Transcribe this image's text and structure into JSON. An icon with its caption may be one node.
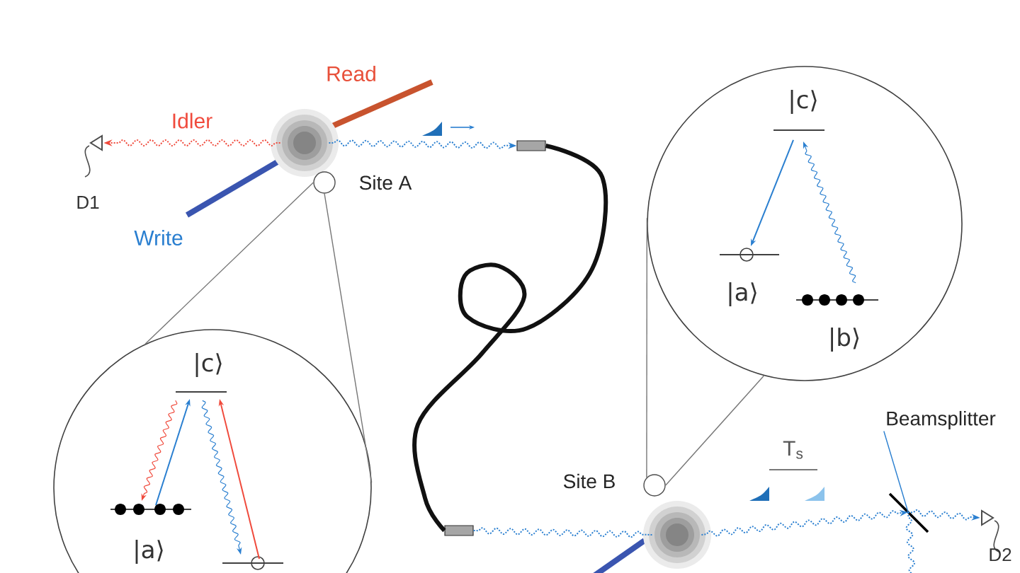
{
  "diagram": {
    "nodes": [
      {
        "text": [],
        "shape": "picture",
        "beside": [
          "D1"
        ]
      },
      {
        "text": [],
        "shape": "cloud"
      },
      {
        "text": [],
        "shape": "circle",
        "beside": [
          "Site A"
        ]
      },
      {
        "text": [],
        "shape": "box"
      },
      {
        "text": [],
        "shape": "box"
      },
      {
        "text": [],
        "shape": "circle",
        "beside": [
          "Site B"
        ]
      },
      {
        "text": [],
        "shape": "cloud"
      },
      {
        "text": [
          "Beamsplitter"
        ]
      },
      {
        "text": [],
        "shape": "bar"
      },
      {
        "text": [],
        "shape": "picture",
        "beside": [
          "D2"
        ]
      },
      {
        "text": [
          "|c⟩",
          "|a⟩"
        ]
      },
      {
        "text": [
          "|c⟩",
          "|a⟩",
          "|b⟩"
        ]
      }
    ],
    "edges": [
      {
        "from": 1,
        "to": 0,
        "arrow": "to",
        "label": "Idler",
        "style": "dashed",
        "color": "#f04a3c"
      },
      {
        "from": 1,
        "to": 3,
        "arrow": "to",
        "style": "dashed",
        "color": "#2a7fd0"
      },
      {
        "from": 3,
        "to": 4,
        "arrow": "none",
        "style": "thick",
        "color": "#111111"
      },
      {
        "from": 4,
        "to": 6,
        "arrow": "none",
        "style": "dashed",
        "color": "#2a7fd0"
      },
      {
        "from": 6,
        "to": 8,
        "arrow": "to",
        "style": "dashed",
        "color": "#2a7fd0"
      },
      {
        "from": 8,
        "to": 9,
        "arrow": "to",
        "style": "dashed",
        "color": "#2a7fd0"
      },
      {
        "from": 8,
        "to": null,
        "arrow": "none",
        "style": "dashed",
        "color": "#2a7fd0"
      },
      {
        "from": 2,
        "to": 10,
        "arrow": "none"
      },
      {
        "from": 2,
        "to": 10,
        "arrow": "none"
      },
      {
        "from": 5,
        "to": 11,
        "arrow": "none"
      },
      {
        "from": 5,
        "to": 11,
        "arrow": "none"
      },
      {
        "from": 7,
        "to": 8,
        "arrow": "none",
        "color": "#2a7fd0"
      }
    ],
    "labels": [
      "Read",
      "Write",
      "T$_{s}$"
    ]
  }
}
